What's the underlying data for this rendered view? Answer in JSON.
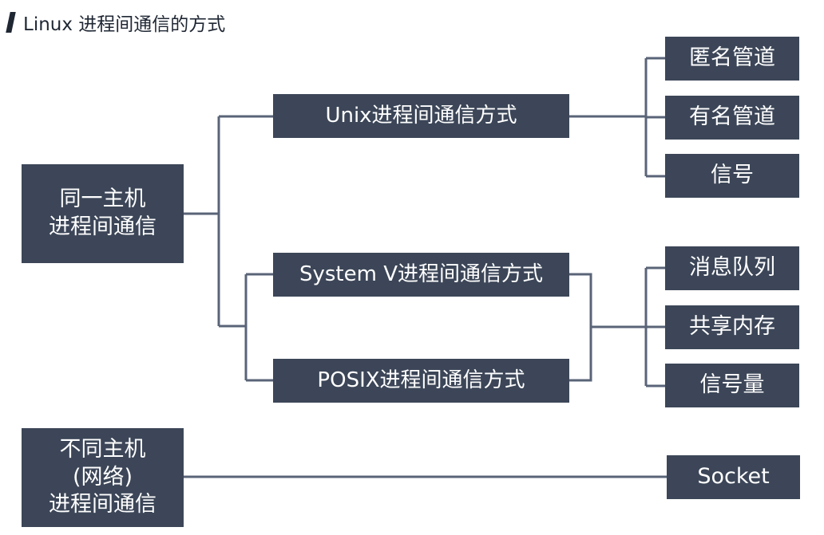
{
  "title": "Linux 进程间通信的方式",
  "colors": {
    "node_fill": "#3c4658",
    "node_text": "#ffffff",
    "connector": "#5a6478",
    "title_text": "#1f2733"
  },
  "nodes": {
    "same_host": "同一主机\n进程间通信",
    "diff_host": "不同主机\n(网络)\n进程间通信",
    "unix_ipc": "Unix进程间通信方式",
    "sysv_ipc": "System V进程间通信方式",
    "posix_ipc": "POSIX进程间通信方式",
    "unix_leaves": [
      "匿名管道",
      "有名管道",
      "信号"
    ],
    "shared_leaves": [
      "消息队列",
      "共享内存",
      "信号量"
    ],
    "socket": "Socket"
  }
}
